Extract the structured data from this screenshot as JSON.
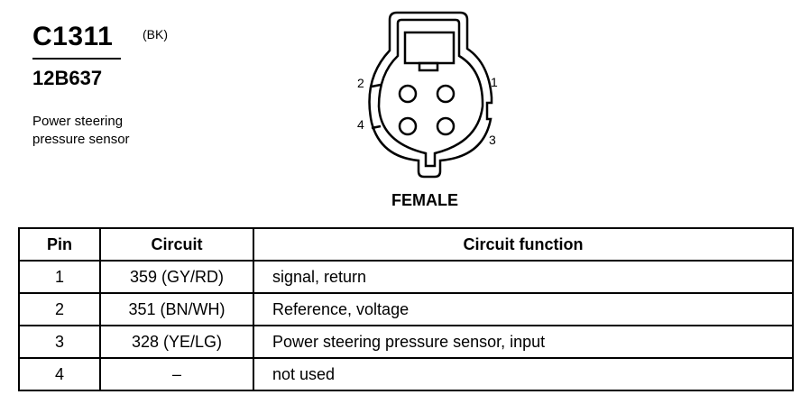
{
  "connector": {
    "id": "C1311",
    "color_code": "(BK)",
    "part_number": "12B637",
    "description_lines": [
      "Power steering",
      "pressure sensor"
    ],
    "view": "FEMALE",
    "pin_labels": [
      "1",
      "2",
      "3",
      "4"
    ]
  },
  "table": {
    "headers": [
      "Pin",
      "Circuit",
      "Circuit function"
    ],
    "rows": [
      {
        "pin": "1",
        "circuit": "359 (GY/RD)",
        "function": "signal, return"
      },
      {
        "pin": "2",
        "circuit": "351 (BN/WH)",
        "function": "Reference, voltage"
      },
      {
        "pin": "3",
        "circuit": "328 (YE/LG)",
        "function": "Power steering pressure sensor, input"
      },
      {
        "pin": "4",
        "circuit": "–",
        "function": "not used"
      }
    ]
  }
}
